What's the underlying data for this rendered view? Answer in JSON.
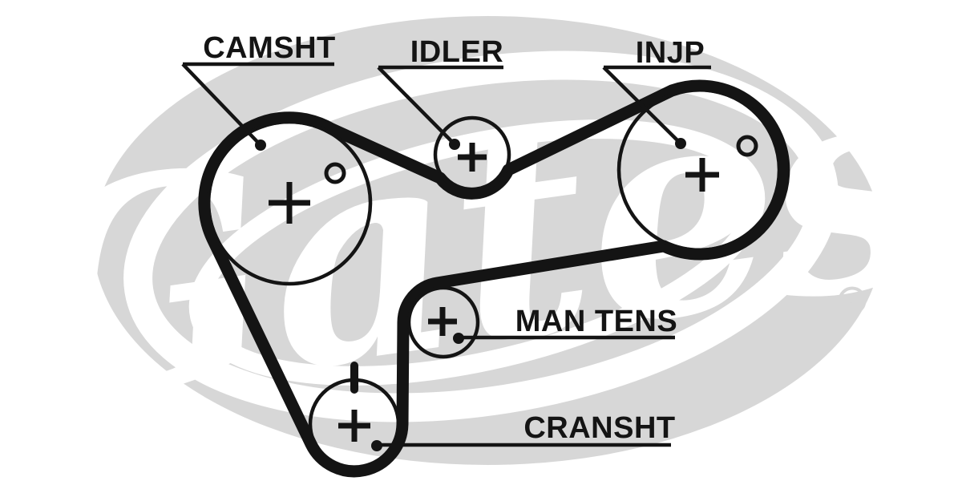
{
  "page": {
    "background": "#ffffff",
    "description": "Gates timing belt routing diagram"
  },
  "colors": {
    "ink": "#141414",
    "watermark_gray": "#d7d7d7",
    "background": "#ffffff"
  },
  "watermark": {
    "brand_script": "Gates",
    "registered_letter": "R"
  },
  "diagram": {
    "type": "timing-belt-routing",
    "belt_routing_order": [
      "CAMSHT",
      "IDLER",
      "INJP",
      "MAN TENS",
      "CRANSHT"
    ],
    "labels": {
      "camshaft": "CAMSHT",
      "idler": "IDLER",
      "injection_pump": "INJP",
      "manual_tensioner": "MAN TENS",
      "crankshaft": "CRANSHT"
    },
    "pulleys": [
      {
        "name": "camshaft",
        "label": "CAMSHT",
        "center_mark": "+",
        "alignment_mark": "o"
      },
      {
        "name": "idler",
        "label": "IDLER",
        "center_mark": "+"
      },
      {
        "name": "injection-pump",
        "label": "INJP",
        "center_mark": "+",
        "alignment_mark": "o"
      },
      {
        "name": "manual-tensioner",
        "label": "MAN TENS",
        "center_mark": "+"
      },
      {
        "name": "crankshaft",
        "label": "CRANSHT",
        "center_mark": "+",
        "timing_mark": "|"
      }
    ]
  }
}
